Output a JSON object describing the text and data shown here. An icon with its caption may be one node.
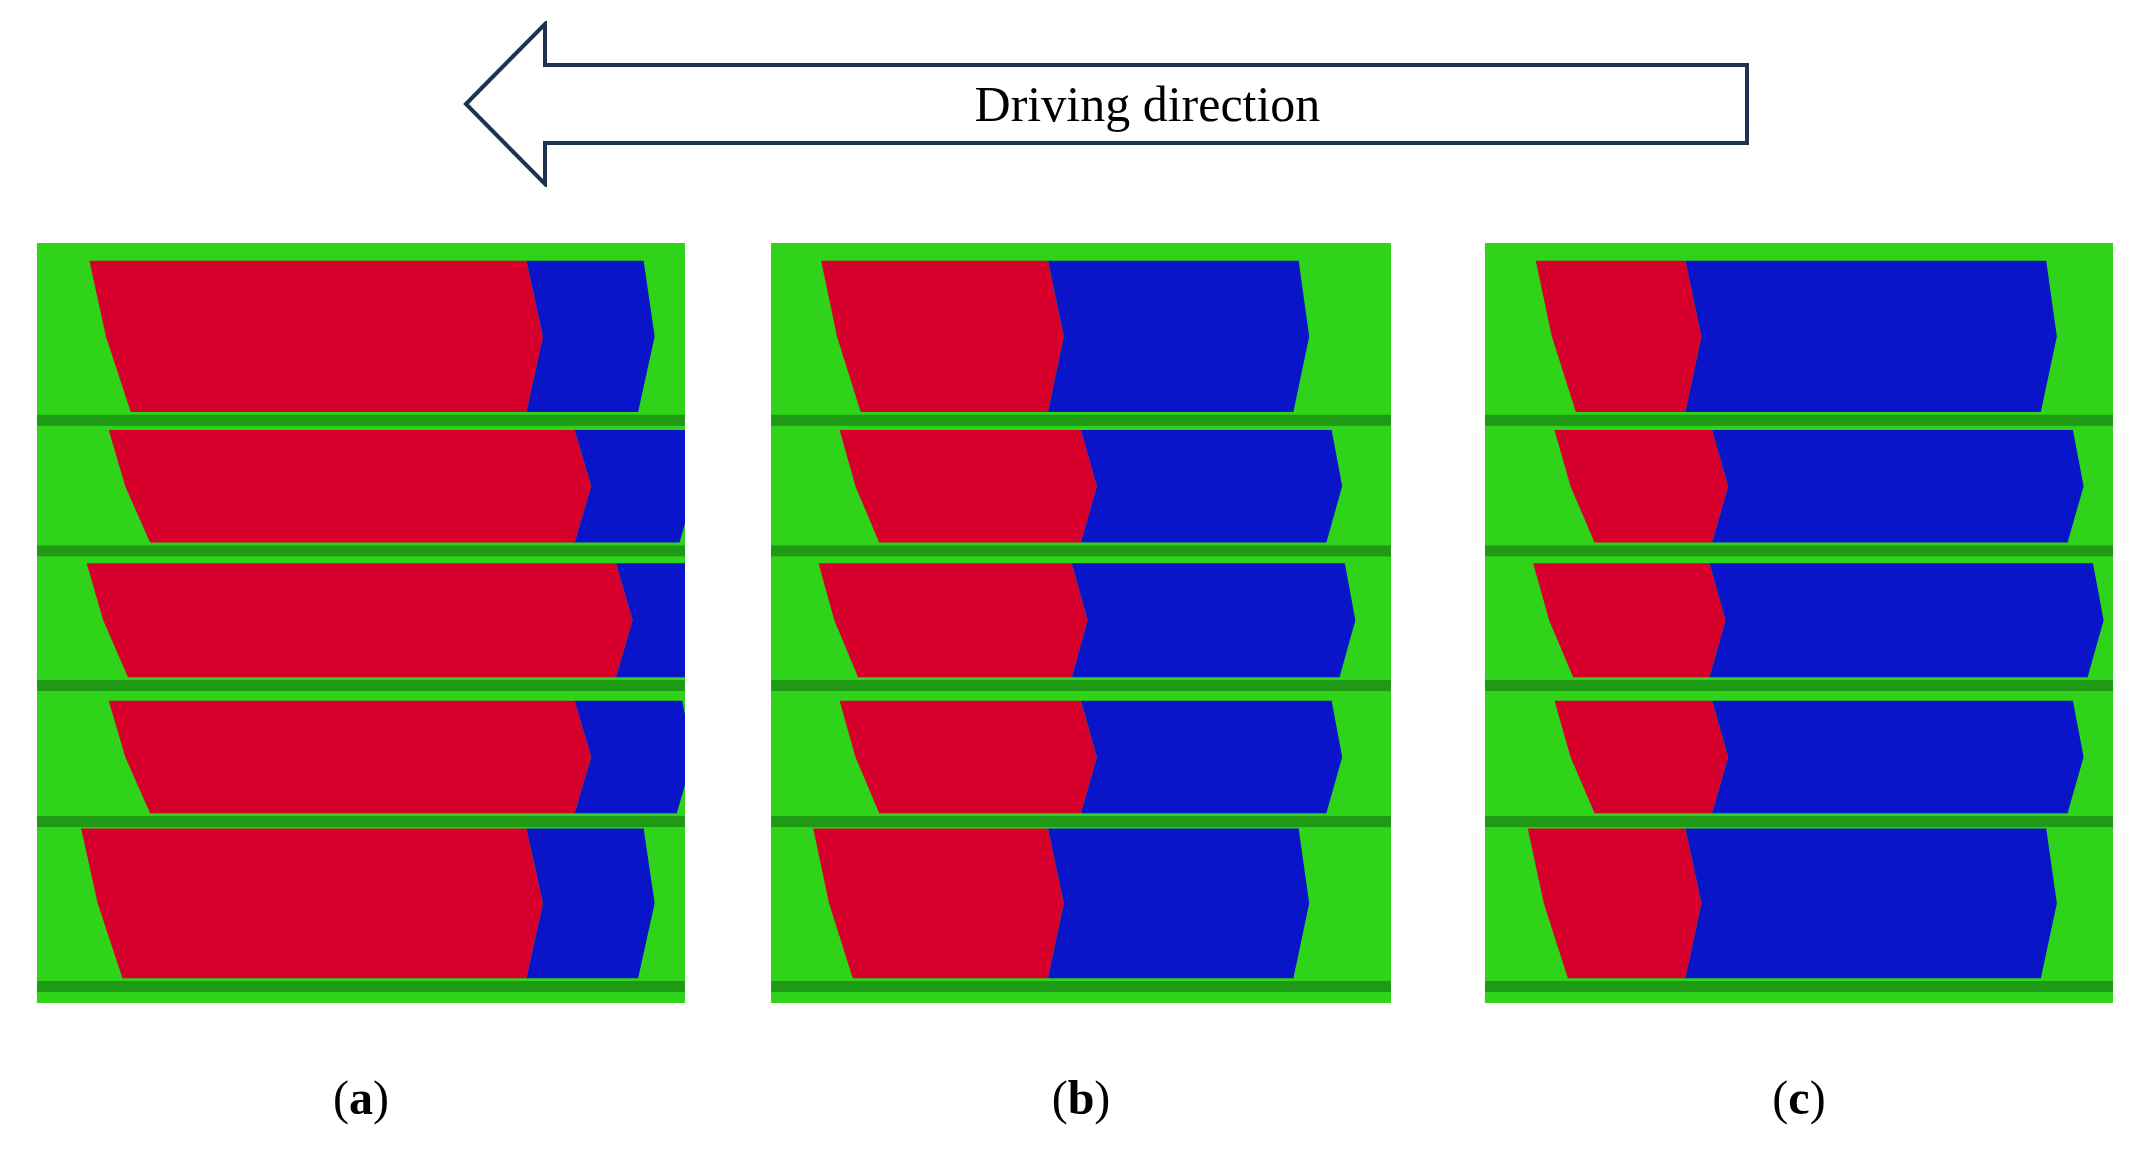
{
  "diagram": {
    "nodes": [
      {
        "text": [
          "Driving direction"
        ]
      }
    ],
    "labels": [
      "(**a**)",
      "(**b**)",
      "(**c**)"
    ]
  }
}
